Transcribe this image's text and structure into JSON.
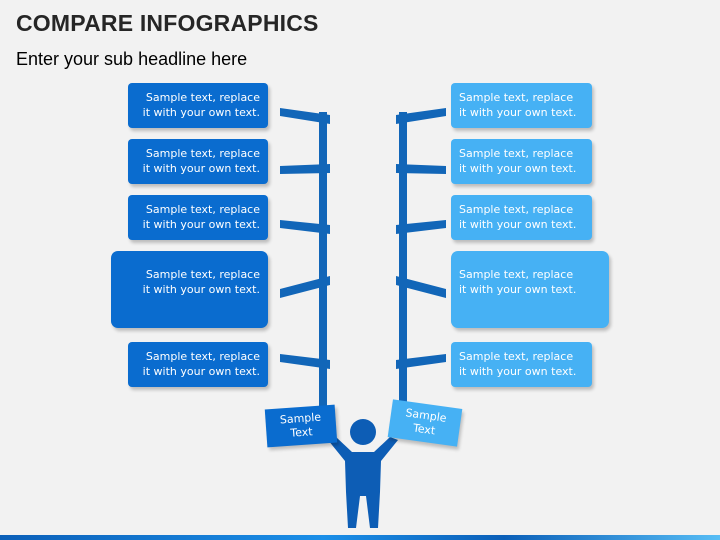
{
  "header": {
    "title": "COMPARE INFOGRAPHICS",
    "subtitle": "Enter your sub headline here"
  },
  "left_boxes": [
    {
      "text": "Sample text, replace it with your own text."
    },
    {
      "text": "Sample text, replace it with your own text."
    },
    {
      "text": "Sample text, replace it with your own text."
    },
    {
      "text": "Sample text, replace it with your own text."
    },
    {
      "text": "Sample text, replace it with your own text."
    }
  ],
  "right_boxes": [
    {
      "text": "Sample text, replace it with your own text."
    },
    {
      "text": "Sample text, replace it with your own text."
    },
    {
      "text": "Sample text, replace it with your own text."
    },
    {
      "text": "Sample text, replace it with your own text."
    },
    {
      "text": "Sample text, replace it with your own text."
    }
  ],
  "plates": {
    "left": "Sample Text",
    "right": "Sample Text"
  },
  "colors": {
    "dark_blue": "#0a6ccf",
    "light_blue": "#46b1f4",
    "pole": "#1266b8",
    "figure": "#0d5db5"
  }
}
